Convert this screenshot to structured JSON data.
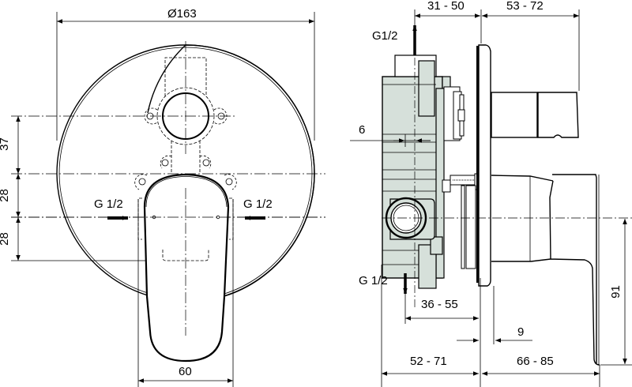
{
  "drawing": {
    "type": "technical-dimension-drawing",
    "background": "#ffffff",
    "line_color": "#000000",
    "body_fill": "#d6e0da",
    "front_view": {
      "diameter_label": "Ø163",
      "vertical_dims": [
        "37",
        "28",
        "28"
      ],
      "inlet_left_label": "G 1/2",
      "inlet_right_label": "G 1/2",
      "width_label": "60"
    },
    "side_view": {
      "top_outlet_label": "G1/2",
      "bottom_outlet_label": "G 1/2",
      "dim_top_left": "31 - 50",
      "dim_top_right": "53 - 72",
      "dim_offset": "6",
      "dim_mid": "36 - 55",
      "dim_plate": "9",
      "dim_bottom_left": "52 - 71",
      "dim_bottom_right": "66 - 85",
      "dim_height": "91"
    }
  }
}
